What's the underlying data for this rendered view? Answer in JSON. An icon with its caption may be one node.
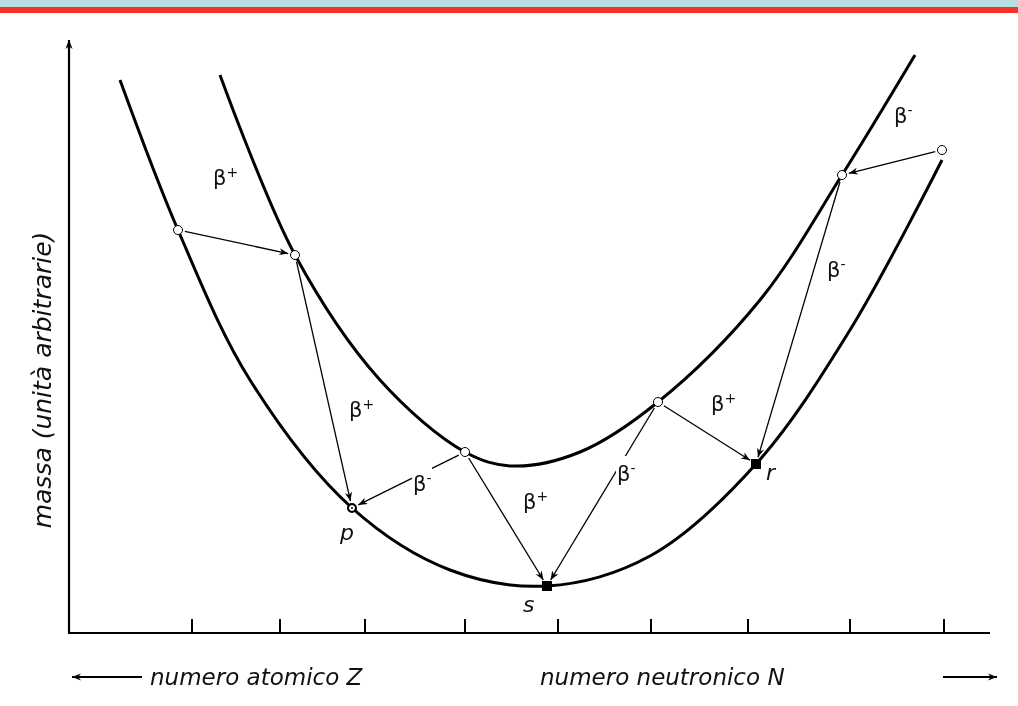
{
  "diagram": {
    "nodes": [
      {
        "text": [],
        "shape": "circle"
      },
      {
        "text": [],
        "shape": "circle"
      },
      {
        "text": [
          "p"
        ]
      },
      {
        "text": [],
        "shape": "circle"
      },
      {
        "text": [
          "s"
        ]
      },
      {
        "text": [],
        "shape": "circle"
      },
      {
        "text": [
          "r"
        ]
      },
      {
        "text": [],
        "shape": "circle"
      },
      {
        "text": [],
        "shape": "circle"
      }
    ],
    "edges": [
      {
        "from": 0,
        "to": 1,
        "arrow": "to",
        "label": "β$^{+}$"
      },
      {
        "from": 1,
        "to": 2,
        "arrow": "to",
        "label": "β$^{+}$"
      },
      {
        "from": 3,
        "to": 2,
        "arrow": "to",
        "label": "β$^{-}$"
      },
      {
        "from": 3,
        "to": 4,
        "arrow": "to",
        "label": "β$^{+}$"
      },
      {
        "from": 5,
        "to": 4,
        "arrow": "to",
        "label": "β$^{-}$"
      },
      {
        "from": 5,
        "to": 6,
        "arrow": "to",
        "label": "β$^{+}$"
      },
      {
        "from": 8,
        "to": 7,
        "arrow": "to",
        "label": "β$^{-}$"
      },
      {
        "from": 7,
        "to": 6,
        "arrow": "to",
        "label": "β$^{-}$"
      }
    ],
    "labels": [
      "massa (unità arbitrarie)",
      "numero atomico Z",
      "numero neutronico N"
    ]
  }
}
